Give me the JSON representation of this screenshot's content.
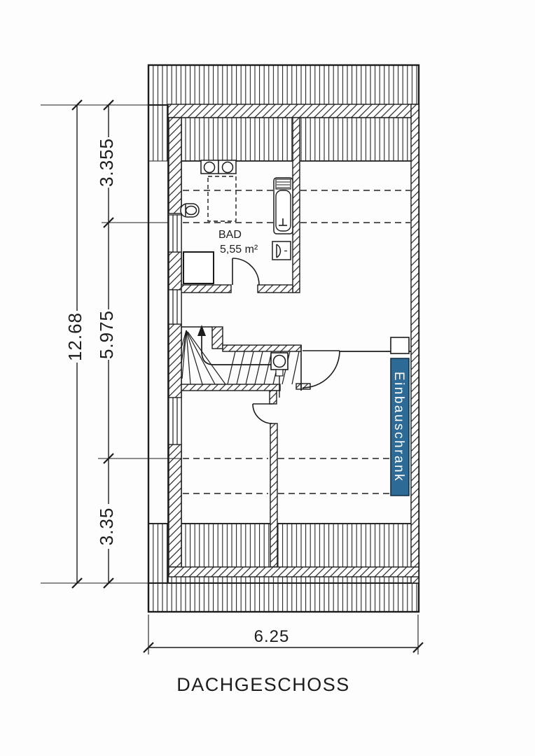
{
  "floor_plan": {
    "title": "DACHGESCHOSS",
    "rooms": {
      "bathroom": {
        "name": "BAD",
        "area": "5,55 m²"
      },
      "closet_label": "Einbauschrank"
    },
    "dimensions": {
      "width_total": "6.25",
      "height_total": "12.68",
      "height_segments": [
        "3.355",
        "5.975",
        "3.35"
      ]
    },
    "colors": {
      "closet_fill": "#2d6b96",
      "line": "#1c1c1c",
      "paper": "#fdfdfd"
    }
  }
}
